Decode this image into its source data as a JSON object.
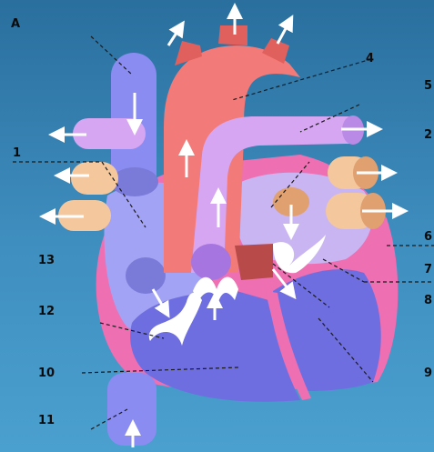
{
  "diagram": {
    "labels": [
      "A",
      "1",
      "4",
      "5",
      "2",
      "6",
      "7",
      "8",
      "9",
      "10",
      "11",
      "12",
      "13"
    ],
    "colors": {
      "background_top": "#2a6f9e",
      "background_bottom": "#4aa0cf",
      "vena_cava": "#8a8cf2",
      "aorta": "#f27a78",
      "pulmonary": "#d6a6f2",
      "pulmonary_veins": "#f4c79c",
      "ventricle": "#6e6ee0",
      "left_atrium": "#c9b5f2",
      "pericardium": "#ee6fb2",
      "valve": "#ffffff",
      "arrow": "#ffffff",
      "leader": "#1a1a1a"
    }
  }
}
